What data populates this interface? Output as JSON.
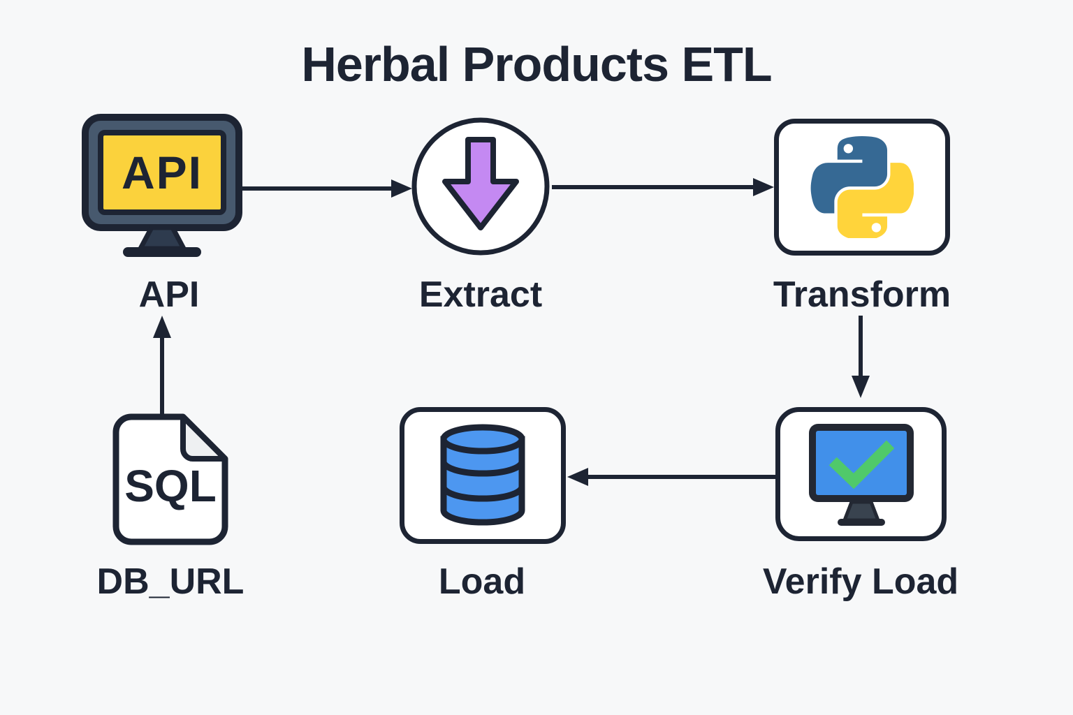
{
  "title": "Herbal Products ETL",
  "nodes": {
    "api": {
      "label": "API",
      "screen_text": "API",
      "icon": "monitor-api-icon"
    },
    "extract": {
      "label": "Extract",
      "icon": "download-arrow-icon"
    },
    "transform": {
      "label": "Transform",
      "icon": "python-logo-icon"
    },
    "db_url": {
      "label": "DB_URL",
      "file_text": "SQL",
      "icon": "sql-file-icon"
    },
    "load": {
      "label": "Load",
      "icon": "database-cylinder-icon"
    },
    "verify_load": {
      "label": "Verify Load",
      "icon": "checkmark-monitor-icon"
    }
  },
  "edges": [
    {
      "from": "api",
      "to": "extract"
    },
    {
      "from": "extract",
      "to": "transform"
    },
    {
      "from": "transform",
      "to": "verify_load"
    },
    {
      "from": "verify_load",
      "to": "load"
    },
    {
      "from": "db_url",
      "to": "api"
    }
  ],
  "colors": {
    "background": "#f7f8f9",
    "outline": "#1d2433",
    "node_fill": "#ffffff",
    "monitor_frame": "#47596e",
    "monitor_stand": "#2e3b4e",
    "screen_yellow": "#fbd23c",
    "arrow_purple": "#c489f2",
    "python_blue": "#366994",
    "python_yellow": "#ffd43b",
    "database_blue": "#4d97f0",
    "verify_frame": "#232833",
    "verify_screen_blue": "#4190ea",
    "check_green": "#50c96a",
    "fold_gray": "#eef0f2"
  }
}
